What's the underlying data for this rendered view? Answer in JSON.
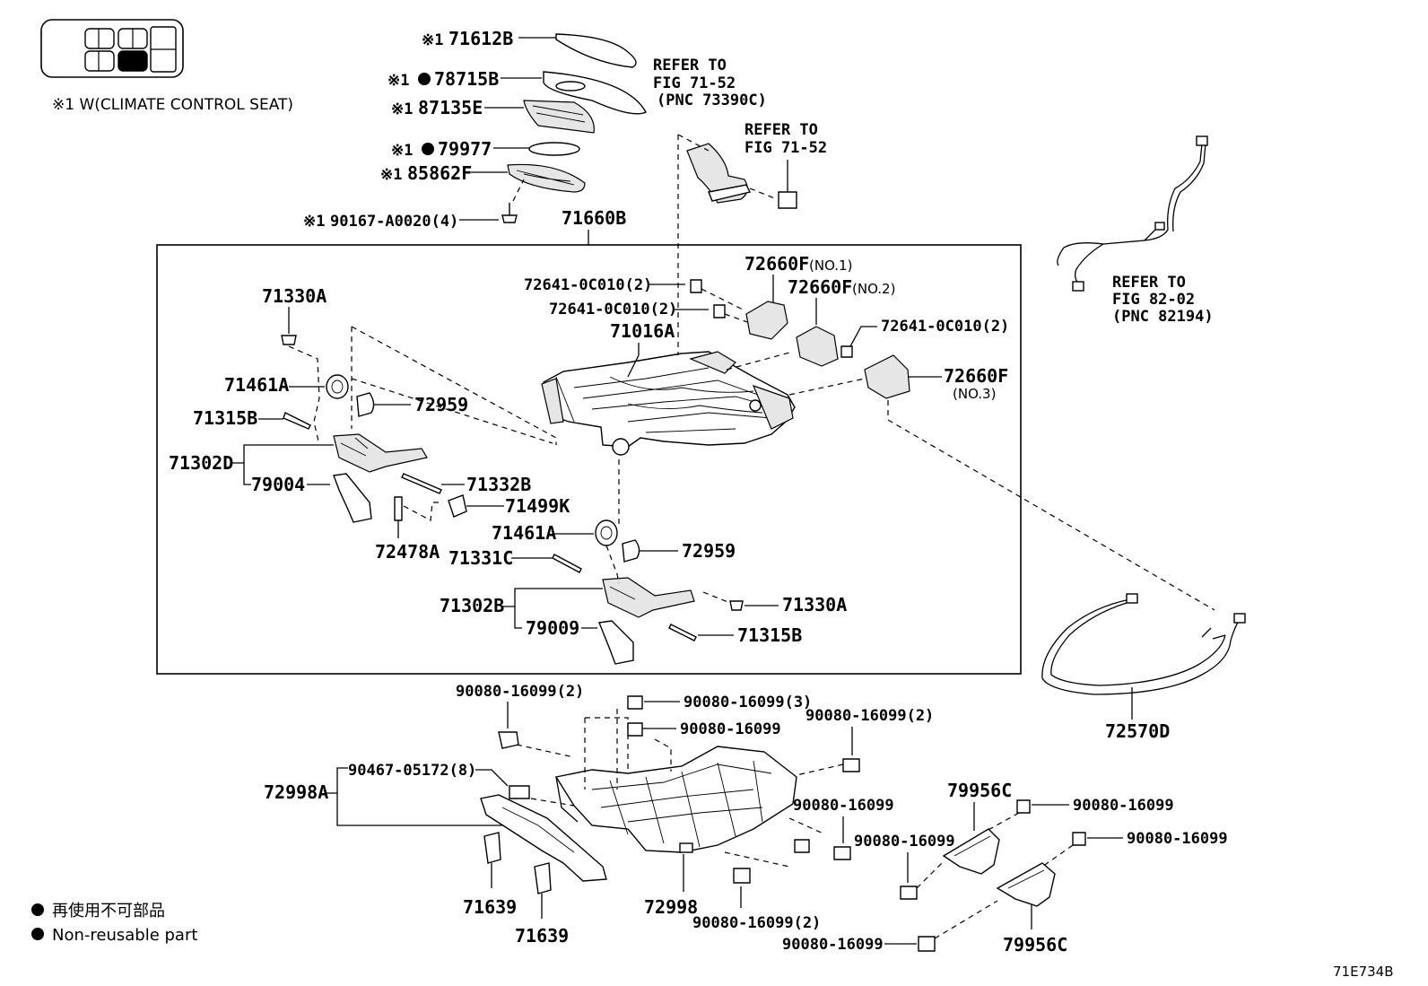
{
  "seat_icon": {
    "name": "seat-position-icon",
    "highlight": "rear-left"
  },
  "note": "※1 W(CLIMATE CONTROL SEAT)",
  "labels": {
    "p71612B": "71612B",
    "p78715B": "78715B",
    "p87135E": "87135E",
    "p79977": "79977",
    "p85862F": "85862F",
    "p90167": "90167-A0020(4)",
    "p71660B": "71660B",
    "p71330A_1": "71330A",
    "p71461A_1": "71461A",
    "p72959_1": "72959",
    "p71315B_1": "71315B",
    "p71302D": "71302D",
    "p79004": "79004",
    "p71332B": "71332B",
    "p71499K": "71499K",
    "p72478A": "72478A",
    "p71461A_2": "71461A",
    "p72959_2": "72959",
    "p71331C": "71331C",
    "p71302B": "71302B",
    "p79009": "79009",
    "p71330A_2": "71330A",
    "p71315B_2": "71315B",
    "p72641_1": "72641-0C010(2)",
    "p72641_2": "72641-0C010(2)",
    "p72641_3": "72641-0C010(2)",
    "p72660F_1": "72660F",
    "p72660F_1_sub": "(NO.1)",
    "p72660F_2": "72660F",
    "p72660F_2_sub": "(NO.2)",
    "p72660F_3": "72660F",
    "p72660F_3_sub": "(NO.3)",
    "p71016A": "71016A",
    "p72570D": "72570D",
    "p90080_a": "90080-16099(2)",
    "p90080_b": "90080-16099(3)",
    "p90080_c": "90080-16099",
    "p90080_d": "90080-16099(2)",
    "p90467": "90467-05172(8)",
    "p72998A": "72998A",
    "p90080_e": "90080-16099",
    "p90080_f": "90080-16099",
    "p72998": "72998",
    "p90080_g": "90080-16099(2)",
    "p71639_1": "71639",
    "p71639_2": "71639",
    "p79956C_1": "79956C",
    "p90080_h": "90080-16099",
    "p90080_i": "90080-16099",
    "p90080_j": "90080-16099",
    "p79956C_2": "79956C"
  },
  "marks": {
    "m71612B": "※1",
    "m78715B": "※1",
    "m87135E": "※1",
    "m79977": "※1",
    "m85862F": "※1",
    "m90167": "※1"
  },
  "refs": {
    "ref1_line1": "REFER TO",
    "ref1_line2": "FIG 71-52",
    "ref1_line3": "(PNC 73390C)",
    "ref2_line1": "REFER TO",
    "ref2_line2": "FIG 71-52",
    "ref3_line1": "REFER TO",
    "ref3_line2": "FIG 82-02",
    "ref3_line3": "(PNC 82194)"
  },
  "legend": {
    "jp": "再使用不可部品",
    "en": "Non-reusable part"
  },
  "figure_code": "71E734B"
}
